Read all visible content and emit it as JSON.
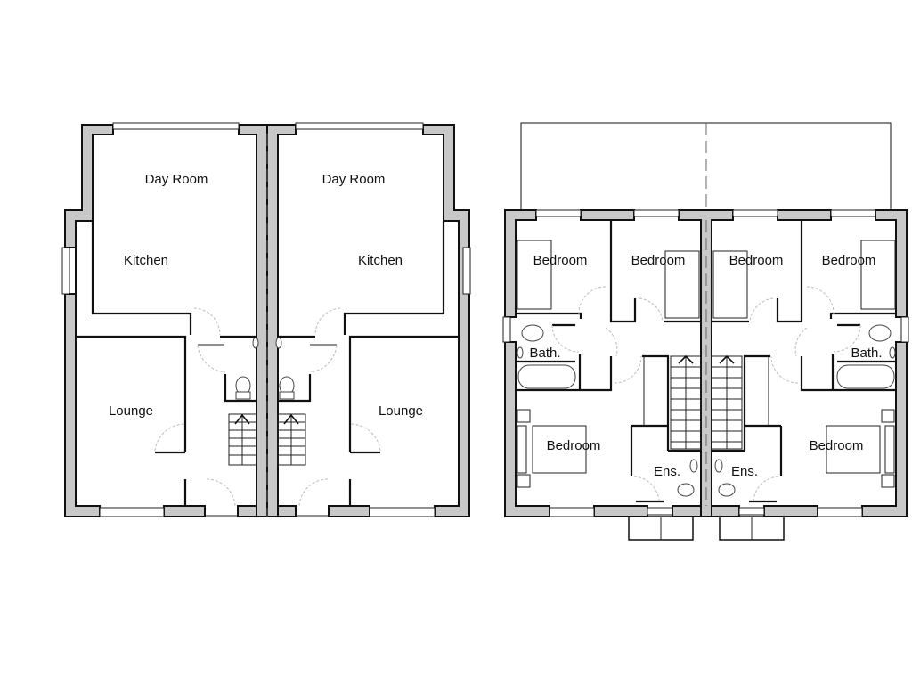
{
  "drawing": {
    "type": "semi-detached house floor plans",
    "wall_fill": "#c8c8c8",
    "line_color": "#111111",
    "background": "#ffffff"
  },
  "ground_floor": {
    "units": [
      {
        "rooms": [
          {
            "label": "Day Room"
          },
          {
            "label": "Kitchen"
          },
          {
            "label": "Lounge"
          }
        ]
      },
      {
        "rooms": [
          {
            "label": "Day Room"
          },
          {
            "label": "Kitchen"
          },
          {
            "label": "Lounge"
          }
        ]
      }
    ]
  },
  "first_floor": {
    "units": [
      {
        "rooms": [
          {
            "label": "Bedroom"
          },
          {
            "label": "Bedroom"
          },
          {
            "label": "Bath."
          },
          {
            "label": "Bedroom"
          },
          {
            "label": "Ens."
          }
        ]
      },
      {
        "rooms": [
          {
            "label": "Bedroom"
          },
          {
            "label": "Bedroom"
          },
          {
            "label": "Bath."
          },
          {
            "label": "Bedroom"
          },
          {
            "label": "Ens."
          }
        ]
      }
    ]
  }
}
